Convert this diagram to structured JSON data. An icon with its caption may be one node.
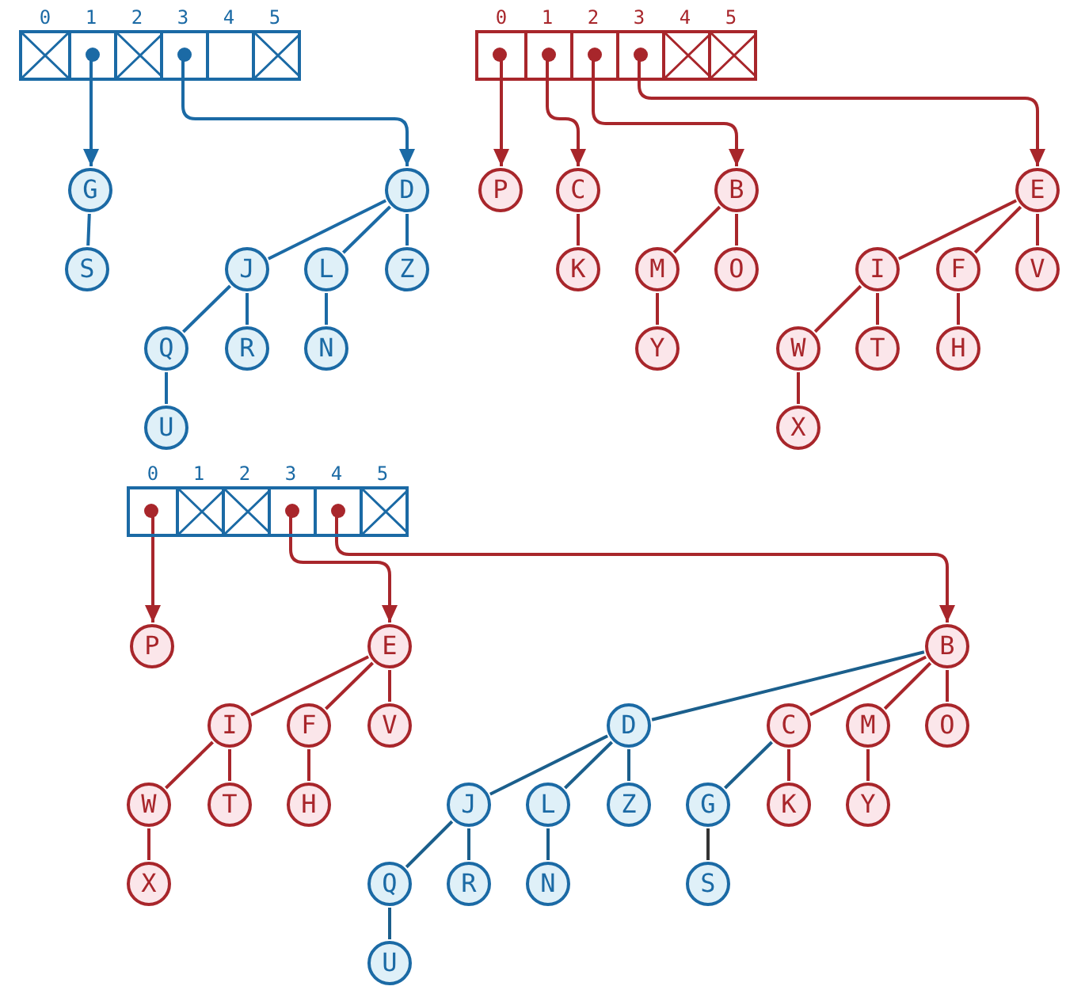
{
  "diagram": {
    "nodes": [
      {
        "text": [],
        "shape": "box"
      },
      {
        "text": [],
        "shape": "cross",
        "in": 0,
        "beside": [
          "0"
        ]
      },
      {
        "text": [],
        "shape": "box",
        "in": 0,
        "beside": [
          "1"
        ]
      },
      {
        "text": [],
        "shape": "cross",
        "in": 0,
        "beside": [
          "2"
        ]
      },
      {
        "text": [],
        "shape": "box",
        "in": 0,
        "beside": [
          "3"
        ]
      },
      {
        "text": [],
        "shape": "box",
        "in": 0,
        "beside": [
          "4"
        ]
      },
      {
        "text": [],
        "shape": "cross",
        "in": 0,
        "beside": [
          "5"
        ]
      },
      {
        "text": [
          "G"
        ]
      },
      {
        "text": [
          "S"
        ]
      },
      {
        "text": [
          "D"
        ]
      },
      {
        "text": [
          "J"
        ]
      },
      {
        "text": [
          "L"
        ]
      },
      {
        "text": [
          "Z"
        ]
      },
      {
        "text": [
          "Q"
        ]
      },
      {
        "text": [
          "R"
        ]
      },
      {
        "text": [
          "N"
        ]
      },
      {
        "text": [
          "U"
        ]
      },
      {
        "text": [],
        "shape": "box"
      },
      {
        "text": [],
        "shape": "box",
        "in": 17,
        "beside": [
          "0"
        ]
      },
      {
        "text": [],
        "shape": "box",
        "in": 17,
        "beside": [
          "1"
        ]
      },
      {
        "text": [],
        "shape": "box",
        "in": 17,
        "beside": [
          "2"
        ]
      },
      {
        "text": [],
        "shape": "box",
        "in": 17,
        "beside": [
          "3"
        ]
      },
      {
        "text": [],
        "shape": "cross",
        "in": 17,
        "beside": [
          "4"
        ]
      },
      {
        "text": [],
        "shape": "cross",
        "in": 17,
        "beside": [
          "5"
        ]
      },
      {
        "text": [
          "P"
        ]
      },
      {
        "text": [
          "C"
        ]
      },
      {
        "text": [
          "K"
        ]
      },
      {
        "text": [
          "B"
        ]
      },
      {
        "text": [
          "M"
        ]
      },
      {
        "text": [
          "O"
        ]
      },
      {
        "text": [
          "Y"
        ]
      },
      {
        "text": [
          "E"
        ]
      },
      {
        "text": [
          "I"
        ]
      },
      {
        "text": [
          "F"
        ]
      },
      {
        "text": [
          "V"
        ]
      },
      {
        "text": [
          "W"
        ]
      },
      {
        "text": [
          "T"
        ]
      },
      {
        "text": [
          "H"
        ]
      },
      {
        "text": [
          "X"
        ]
      },
      {
        "text": [],
        "shape": "box"
      },
      {
        "text": [],
        "shape": "box",
        "in": 39,
        "beside": [
          "0"
        ]
      },
      {
        "text": [],
        "shape": "cross",
        "in": 39,
        "beside": [
          "1"
        ]
      },
      {
        "text": [],
        "shape": "cross",
        "in": 39,
        "beside": [
          "2"
        ]
      },
      {
        "text": [],
        "shape": "box",
        "in": 39,
        "beside": [
          "3"
        ]
      },
      {
        "text": [],
        "shape": "box",
        "in": 39,
        "beside": [
          "4"
        ]
      },
      {
        "text": [],
        "shape": "cross",
        "in": 39,
        "beside": [
          "5"
        ]
      },
      {
        "text": [
          "P"
        ]
      },
      {
        "text": [
          "E"
        ]
      },
      {
        "text": [
          "I"
        ]
      },
      {
        "text": [
          "F"
        ]
      },
      {
        "text": [
          "V"
        ]
      },
      {
        "text": [
          "W"
        ]
      },
      {
        "text": [
          "T"
        ]
      },
      {
        "text": [
          "H"
        ]
      },
      {
        "text": [
          "X"
        ]
      },
      {
        "text": [
          "B"
        ]
      },
      {
        "text": [
          "D"
        ]
      },
      {
        "text": [
          "C"
        ]
      },
      {
        "text": [
          "M"
        ]
      },
      {
        "text": [
          "O"
        ]
      },
      {
        "text": [
          "J"
        ]
      },
      {
        "text": [
          "L"
        ]
      },
      {
        "text": [
          "Z"
        ]
      },
      {
        "text": [
          "G"
        ]
      },
      {
        "text": [
          "K"
        ]
      },
      {
        "text": [
          "Y"
        ]
      },
      {
        "text": [
          "Q"
        ]
      },
      {
        "text": [
          "R"
        ]
      },
      {
        "text": [
          "N"
        ]
      },
      {
        "text": [
          "S"
        ]
      },
      {
        "text": [
          "U"
        ]
      }
    ],
    "edges": [
      {
        "from": 2,
        "to": 7,
        "arrow": "to",
        "color": "#1b6aa5"
      },
      {
        "from": 4,
        "to": 9,
        "arrow": "to",
        "color": "#1b6aa5"
      },
      {
        "from": 7,
        "to": 8,
        "arrow": "none",
        "color": "#1b6aa5"
      },
      {
        "from": 9,
        "to": 10,
        "arrow": "none",
        "color": "#1b6aa5"
      },
      {
        "from": 9,
        "to": 11,
        "arrow": "none",
        "color": "#1b6aa5"
      },
      {
        "from": 9,
        "to": 12,
        "arrow": "none",
        "color": "#1b6aa5"
      },
      {
        "from": 10,
        "to": 13,
        "arrow": "none",
        "color": "#1b6aa5"
      },
      {
        "from": 10,
        "to": 14,
        "arrow": "none",
        "color": "#1b6aa5"
      },
      {
        "from": 11,
        "to": 15,
        "arrow": "none",
        "color": "#1b6aa5"
      },
      {
        "from": 13,
        "to": 16,
        "arrow": "none",
        "color": "#1b6aa5"
      },
      {
        "from": 18,
        "to": 24,
        "arrow": "to",
        "color": "#a8262b"
      },
      {
        "from": 19,
        "to": 25,
        "arrow": "to",
        "color": "#a8262b"
      },
      {
        "from": 20,
        "to": 27,
        "arrow": "to",
        "color": "#a8262b"
      },
      {
        "from": 21,
        "to": 31,
        "arrow": "to",
        "color": "#a8262b"
      },
      {
        "from": 25,
        "to": 26,
        "arrow": "none",
        "color": "#a8262b"
      },
      {
        "from": 27,
        "to": 28,
        "arrow": "none",
        "color": "#a8262b"
      },
      {
        "from": 27,
        "to": 29,
        "arrow": "none",
        "color": "#a8262b"
      },
      {
        "from": 28,
        "to": 30,
        "arrow": "none",
        "color": "#a8262b"
      },
      {
        "from": 31,
        "to": 32,
        "arrow": "none",
        "color": "#a8262b"
      },
      {
        "from": 31,
        "to": 33,
        "arrow": "none",
        "color": "#a8262b"
      },
      {
        "from": 31,
        "to": 34,
        "arrow": "none",
        "color": "#a8262b"
      },
      {
        "from": 32,
        "to": 35,
        "arrow": "none",
        "color": "#a8262b"
      },
      {
        "from": 32,
        "to": 36,
        "arrow": "none",
        "color": "#a8262b"
      },
      {
        "from": 33,
        "to": 37,
        "arrow": "none",
        "color": "#a8262b"
      },
      {
        "from": 35,
        "to": 38,
        "arrow": "none",
        "color": "#a8262b"
      },
      {
        "from": 40,
        "to": 46,
        "arrow": "to",
        "color": "#a8262b"
      },
      {
        "from": 43,
        "to": 47,
        "arrow": "to",
        "color": "#a8262b"
      },
      {
        "from": 44,
        "to": 55,
        "arrow": "to",
        "color": "#a8262b"
      },
      {
        "from": 47,
        "to": 48,
        "arrow": "none",
        "color": "#a8262b"
      },
      {
        "from": 47,
        "to": 49,
        "arrow": "none",
        "color": "#a8262b"
      },
      {
        "from": 47,
        "to": 50,
        "arrow": "none",
        "color": "#a8262b"
      },
      {
        "from": 48,
        "to": 51,
        "arrow": "none",
        "color": "#a8262b"
      },
      {
        "from": 48,
        "to": 52,
        "arrow": "none",
        "color": "#a8262b"
      },
      {
        "from": 49,
        "to": 53,
        "arrow": "none",
        "color": "#a8262b"
      },
      {
        "from": 51,
        "to": 54,
        "arrow": "none",
        "color": "#a8262b"
      },
      {
        "from": 55,
        "to": 56,
        "arrow": "none",
        "color": "#1b5f8c"
      },
      {
        "from": 55,
        "to": 57,
        "arrow": "none",
        "color": "#a8262b"
      },
      {
        "from": 55,
        "to": 58,
        "arrow": "none",
        "color": "#a8262b"
      },
      {
        "from": 55,
        "to": 59,
        "arrow": "none",
        "color": "#a8262b"
      },
      {
        "from": 56,
        "to": 60,
        "arrow": "none",
        "color": "#1b5f8c"
      },
      {
        "from": 56,
        "to": 61,
        "arrow": "none",
        "color": "#1b5f8c"
      },
      {
        "from": 56,
        "to": 62,
        "arrow": "none",
        "color": "#1b5f8c"
      },
      {
        "from": 57,
        "to": 63,
        "arrow": "none",
        "color": "#1b5f8c"
      },
      {
        "from": 57,
        "to": 64,
        "arrow": "none",
        "color": "#a8262b"
      },
      {
        "from": 58,
        "to": 65,
        "arrow": "none",
        "color": "#a8262b"
      },
      {
        "from": 60,
        "to": 66,
        "arrow": "none",
        "color": "#1b5f8c"
      },
      {
        "from": 60,
        "to": 67,
        "arrow": "none",
        "color": "#1b5f8c"
      },
      {
        "from": 61,
        "to": 68,
        "arrow": "none",
        "color": "#1b5f8c"
      },
      {
        "from": 63,
        "to": 69,
        "arrow": "none",
        "color": "#333333"
      },
      {
        "from": 66,
        "to": 70,
        "arrow": "none",
        "color": "#1b5f8c"
      }
    ]
  }
}
